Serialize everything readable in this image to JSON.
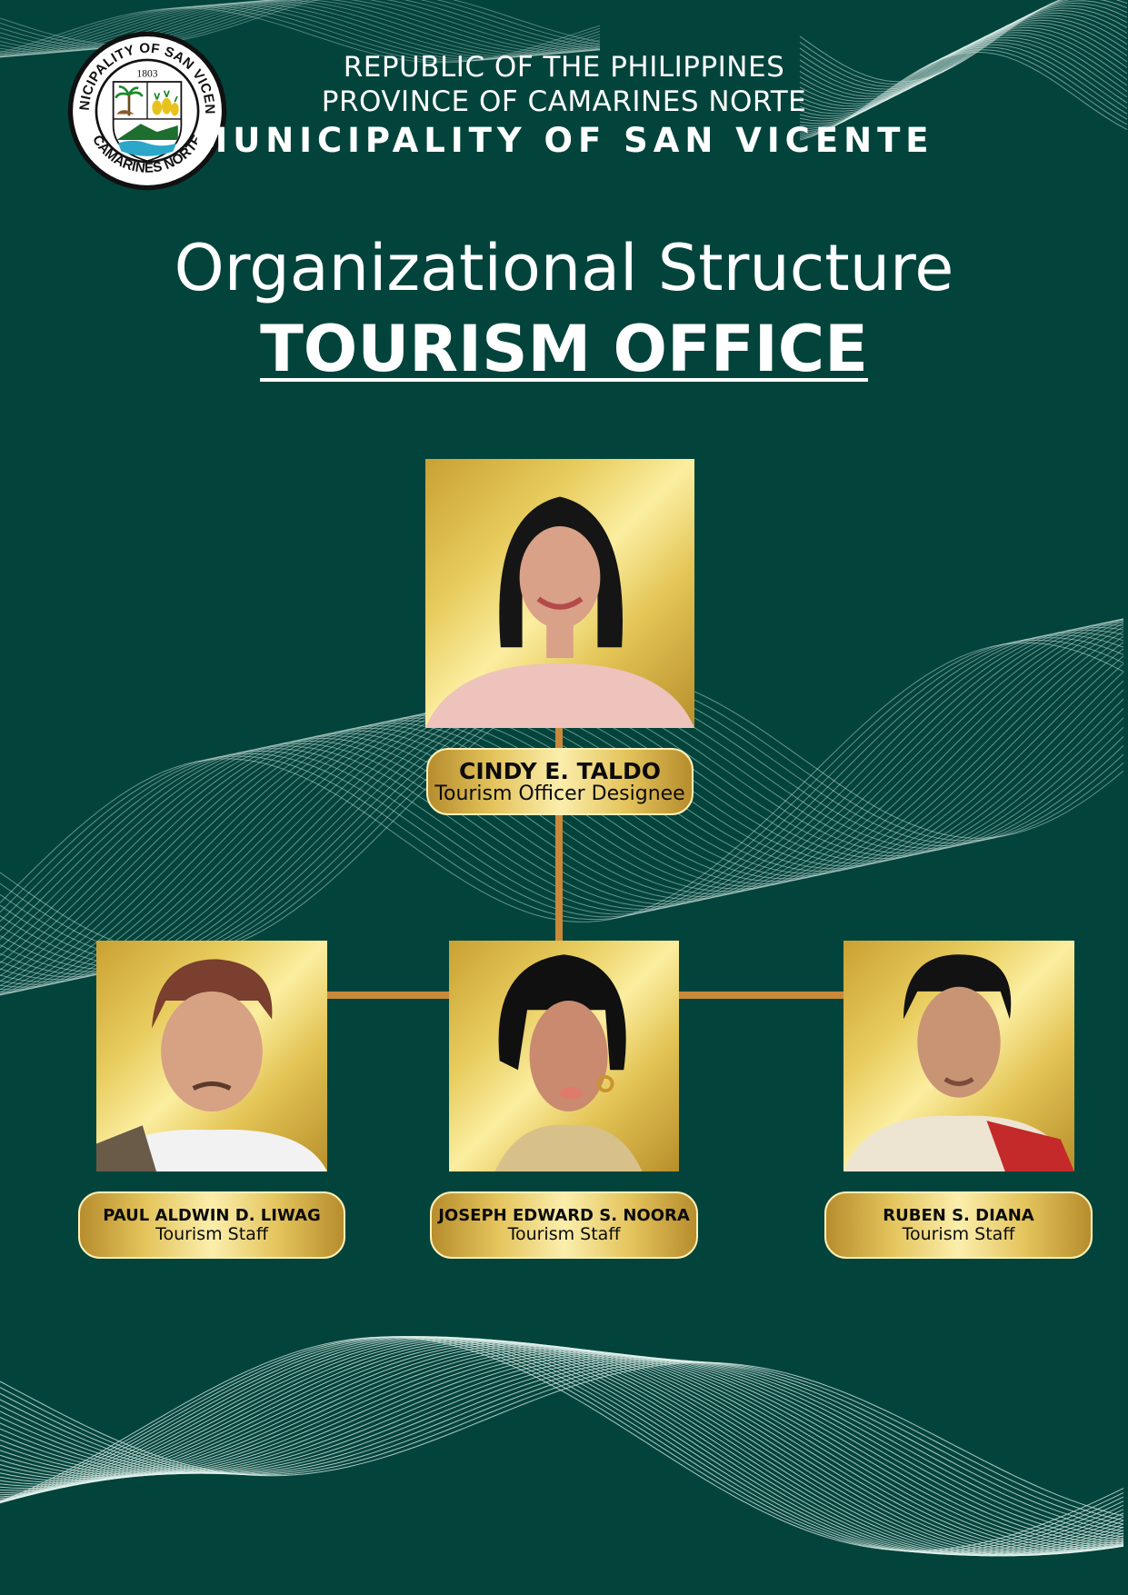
{
  "header": {
    "line1": "REPUBLIC OF THE PHILIPPINES",
    "line2": "PROVINCE OF CAMARINES NORTE",
    "line3": "MUNICIPALITY OF SAN VICENTE"
  },
  "seal": {
    "top_text": "MUNICIPALITY OF SAN VICENTE",
    "year": "1803",
    "bottom_text": "CAMARINES NORTE"
  },
  "title": {
    "line1": "Organizational Structure",
    "line2": "TOURISM OFFICE"
  },
  "head": {
    "name": "CINDY E. TALDO",
    "role": "Tourism Officer Designee"
  },
  "staff": [
    {
      "name": "PAUL ALDWIN D. LIWAG",
      "role": "Tourism Staff"
    },
    {
      "name": "JOSEPH EDWARD S. NOORA",
      "role": "Tourism Staff"
    },
    {
      "name": "RUBEN S. DIANA",
      "role": "Tourism Staff"
    }
  ],
  "colors": {
    "background": "#02443c",
    "connector": "#c8893a",
    "gold": "#e4c45c"
  }
}
